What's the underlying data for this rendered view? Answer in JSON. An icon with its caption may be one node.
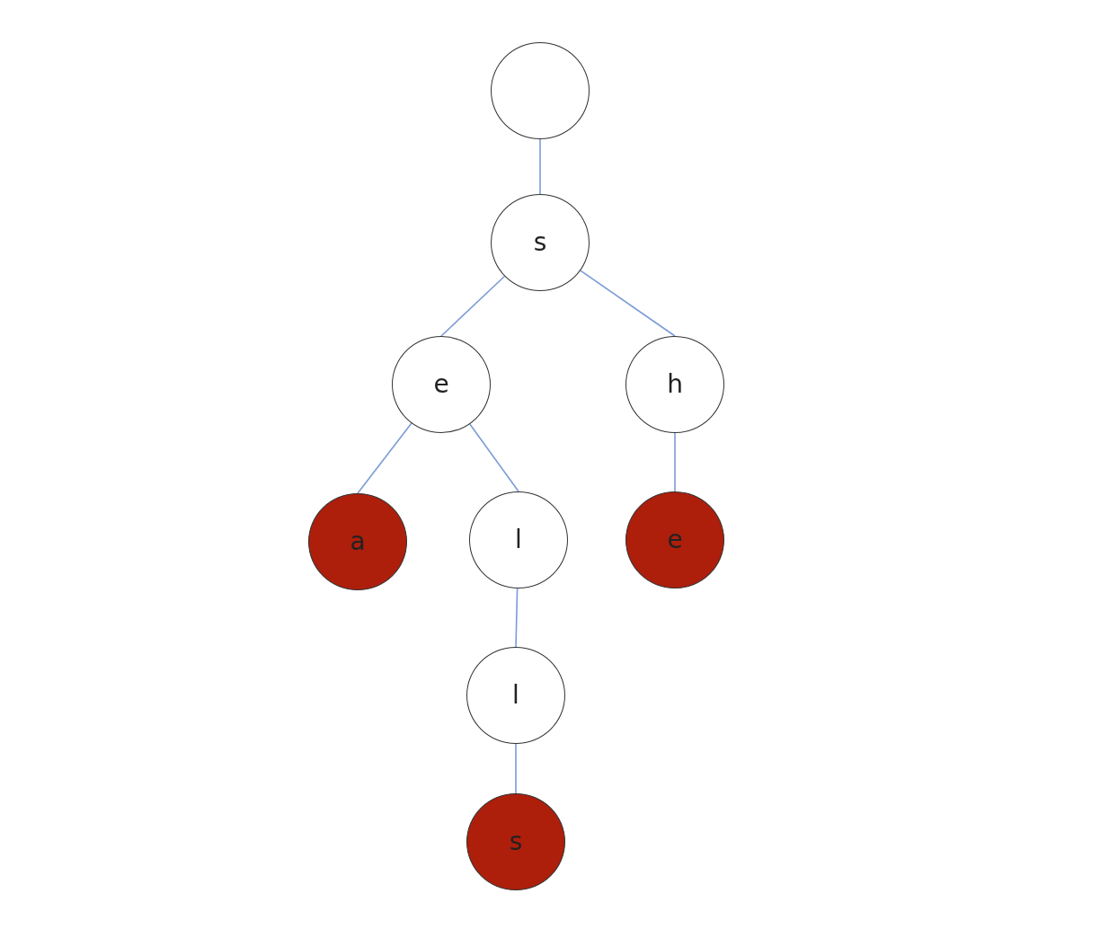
{
  "diagram": {
    "nodes": [
      {
        "text": [],
        "shape": "circle"
      },
      {
        "text": [
          "s"
        ]
      },
      {
        "text": [
          "e"
        ]
      },
      {
        "text": [
          "h"
        ]
      },
      {
        "text": [
          "a"
        ]
      },
      {
        "text": [
          "l"
        ]
      },
      {
        "text": [
          "e"
        ]
      },
      {
        "text": [
          "l"
        ]
      },
      {
        "text": [
          "s"
        ]
      }
    ],
    "edges": [
      {
        "from": 0,
        "to": 1,
        "arrow": "none"
      },
      {
        "from": 1,
        "to": 2,
        "arrow": "none"
      },
      {
        "from": 1,
        "to": 3,
        "arrow": "none"
      },
      {
        "from": 2,
        "to": 4,
        "arrow": "none"
      },
      {
        "from": 2,
        "to": 5,
        "arrow": "none"
      },
      {
        "from": 3,
        "to": 6,
        "arrow": "none"
      },
      {
        "from": 5,
        "to": 7,
        "arrow": "none"
      },
      {
        "from": 7,
        "to": 8,
        "arrow": "none"
      }
    ]
  }
}
